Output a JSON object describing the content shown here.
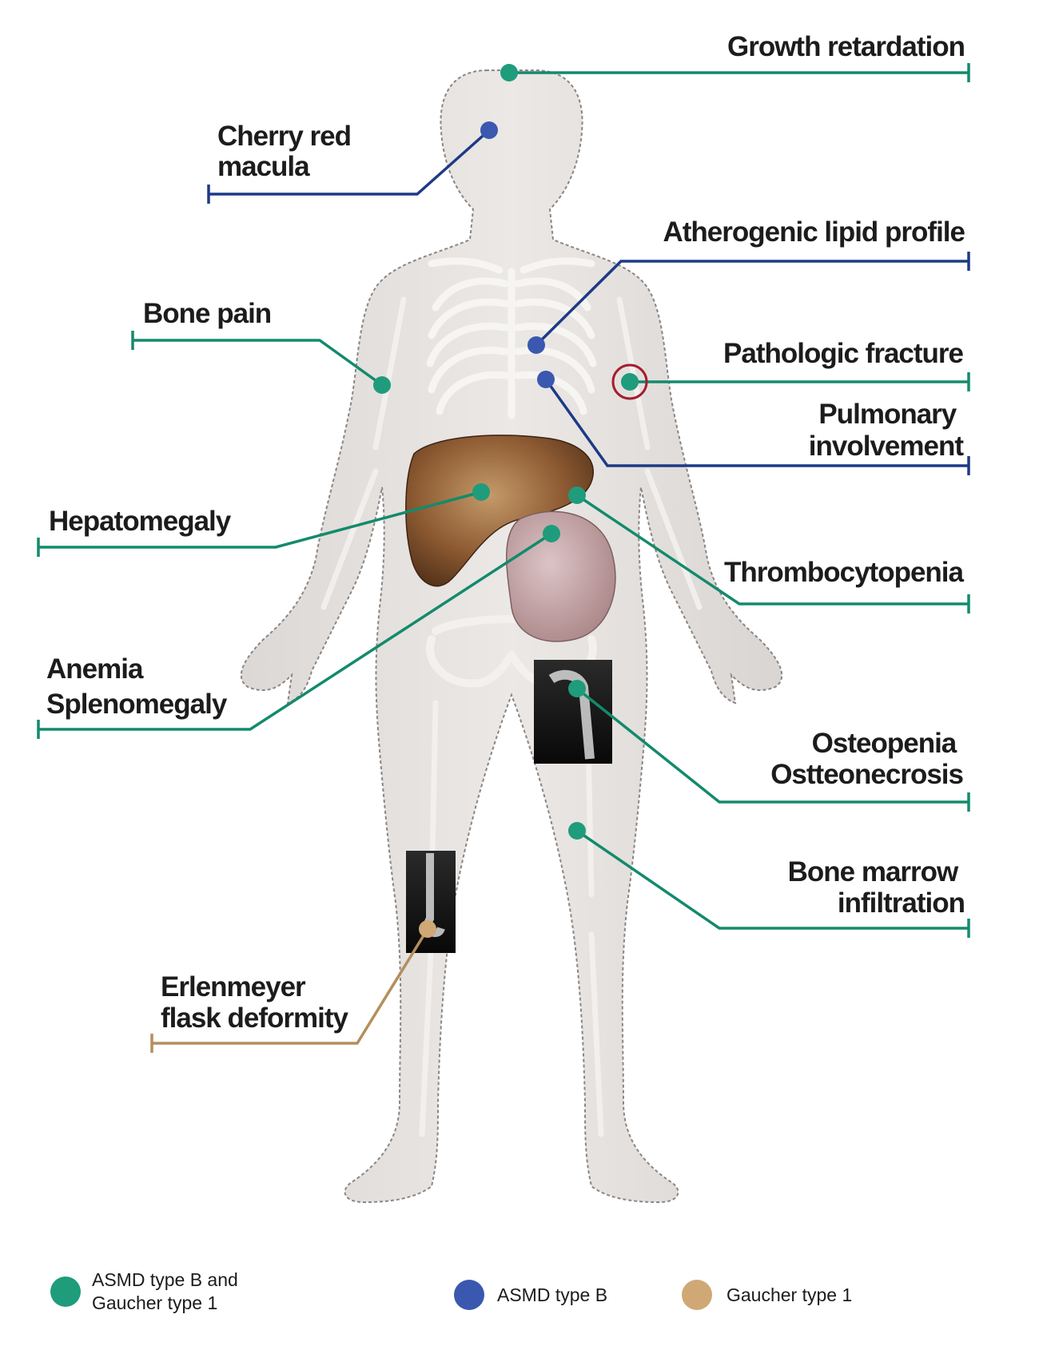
{
  "colors": {
    "asmd_b_and_gaucher_1": "#138a6c",
    "asmd_b": "#1d3a86",
    "gaucher_1": "#b38f5c",
    "dot_teal": "#1f9c7c",
    "dot_blue": "#3a58b0",
    "dot_tan": "#cfa876",
    "fracture_ring": "#a51d2d",
    "body_fill": "#e6e3e1",
    "body_outline": "#8a8684",
    "bone": "#f3f1ee",
    "liver": "#8a5a33",
    "spleen": "#c6a9ab",
    "xray": "#111111"
  },
  "annotations": [
    {
      "id": "growth-retardation",
      "lines": [
        "Growth retardation"
      ],
      "color": "asmd_b_and_gaucher_1"
    },
    {
      "id": "cherry-red-macula",
      "lines": [
        "Cherry red",
        "macula"
      ],
      "color": "asmd_b"
    },
    {
      "id": "atherogenic-lipid-profile",
      "lines": [
        "Atherogenic lipid profile"
      ],
      "color": "asmd_b"
    },
    {
      "id": "bone-pain",
      "lines": [
        "Bone pain"
      ],
      "color": "asmd_b_and_gaucher_1"
    },
    {
      "id": "pathologic-fracture",
      "lines": [
        "Pathologic fracture"
      ],
      "color": "asmd_b_and_gaucher_1"
    },
    {
      "id": "pulmonary-involvement",
      "lines": [
        "Pulmonary",
        "involvement"
      ],
      "color": "asmd_b"
    },
    {
      "id": "hepatomegaly",
      "lines": [
        "Hepatomegaly"
      ],
      "color": "asmd_b_and_gaucher_1"
    },
    {
      "id": "thrombocytopenia",
      "lines": [
        "Thrombocytopenia"
      ],
      "color": "asmd_b_and_gaucher_1"
    },
    {
      "id": "anemia-splenomegaly",
      "lines": [
        "Anemia",
        "Splenomegaly"
      ],
      "color": "asmd_b_and_gaucher_1"
    },
    {
      "id": "osteopenia-osteonecrosis",
      "lines": [
        "Osteopenia",
        "Ostteonecrosis"
      ],
      "color": "asmd_b_and_gaucher_1"
    },
    {
      "id": "bone-marrow-infiltration",
      "lines": [
        "Bone marrow",
        "infiltration"
      ],
      "color": "asmd_b_and_gaucher_1"
    },
    {
      "id": "erlenmeyer-flask-deformity",
      "lines": [
        "Erlenmeyer",
        "flask deformity"
      ],
      "color": "gaucher_1"
    }
  ],
  "legend": [
    {
      "id": "asmd-b-and-gaucher-1",
      "lines": [
        "ASMD type B and",
        "Gaucher type 1"
      ],
      "color": "dot_teal"
    },
    {
      "id": "asmd-b",
      "lines": [
        "ASMD type B"
      ],
      "color": "dot_blue"
    },
    {
      "id": "gaucher-1",
      "lines": [
        "Gaucher type 1"
      ],
      "color": "dot_tan"
    }
  ]
}
